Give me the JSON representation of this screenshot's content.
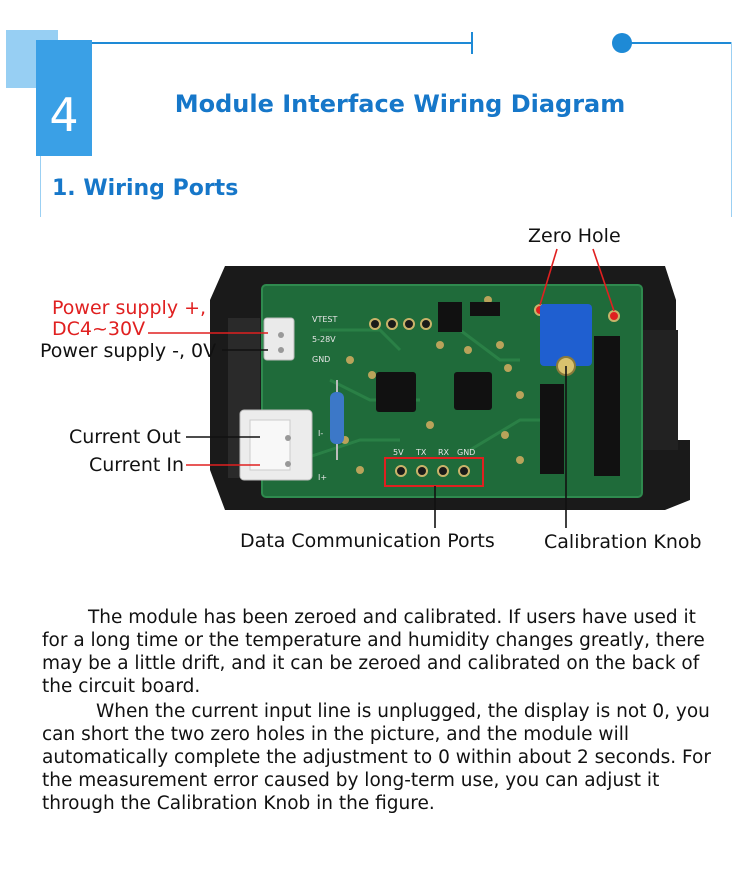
{
  "header": {
    "section_number": "4",
    "title": "Module Interface Wiring Diagram"
  },
  "section": {
    "title": "1. Wiring Ports"
  },
  "diagram": {
    "labels": {
      "zero_hole": "Zero Hole",
      "power_plus_line1": "Power supply +,",
      "power_plus_line2": "DC4~30V",
      "power_minus": "Power supply -, 0V",
      "current_out": "Current Out",
      "current_in": "Current In",
      "data_ports": "Data Communication Ports",
      "calibration_knob": "Calibration Knob"
    },
    "silkscreen": {
      "vtest": "VTEST",
      "range": "5-28V",
      "gnd": "GND",
      "pins_5v": "5V",
      "pins_tx": "TX",
      "pins_rx": "RX",
      "pins_gnd": "GND",
      "port_i_minus": "I-",
      "port_i_plus": "I+"
    },
    "colors": {
      "pcb": "#1f6b3a",
      "frame": "#1a1a1a",
      "callout_red": "#e02020",
      "accent_blue": "#1677c9"
    }
  },
  "description": {
    "paragraph1": "The module has been zeroed and calibrated. If users have used it for a long time or the temperature and humidity changes greatly, there may be a little drift, and it can be zeroed and calibrated on the back of the circuit board.",
    "paragraph2": "When the current input line is unplugged, the display is not 0, you can short the two zero holes in the picture, and the module will automatically complete the adjustment to 0 within about 2 seconds. For the measurement error caused by long-term use, you can adjust it through the Calibration Knob in the figure."
  }
}
